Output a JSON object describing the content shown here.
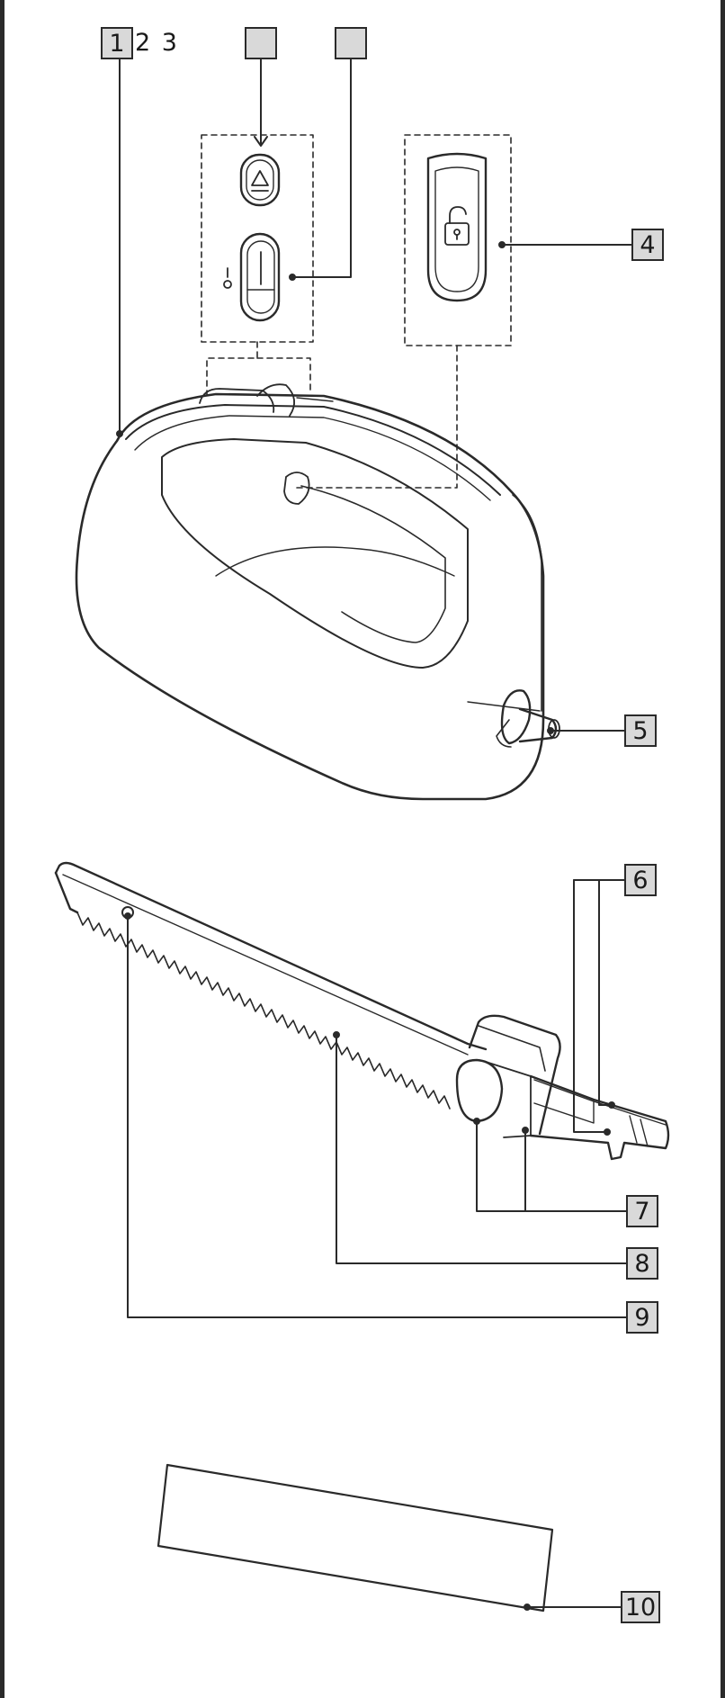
{
  "callouts": {
    "c1": "1",
    "c1_extra": "2 3",
    "c2": "",
    "c3": "",
    "c4": "4",
    "c5": "5",
    "c6": "6",
    "c7": "7",
    "c8": "8",
    "c9": "9",
    "c10": "10"
  },
  "icons": {
    "eject": "eject-icon",
    "power_switch": "power-switch-icon",
    "unlock": "unlock-padlock-icon"
  },
  "colors": {
    "line": "#2a2a2a",
    "callout_fill": "#d9d9d9"
  }
}
